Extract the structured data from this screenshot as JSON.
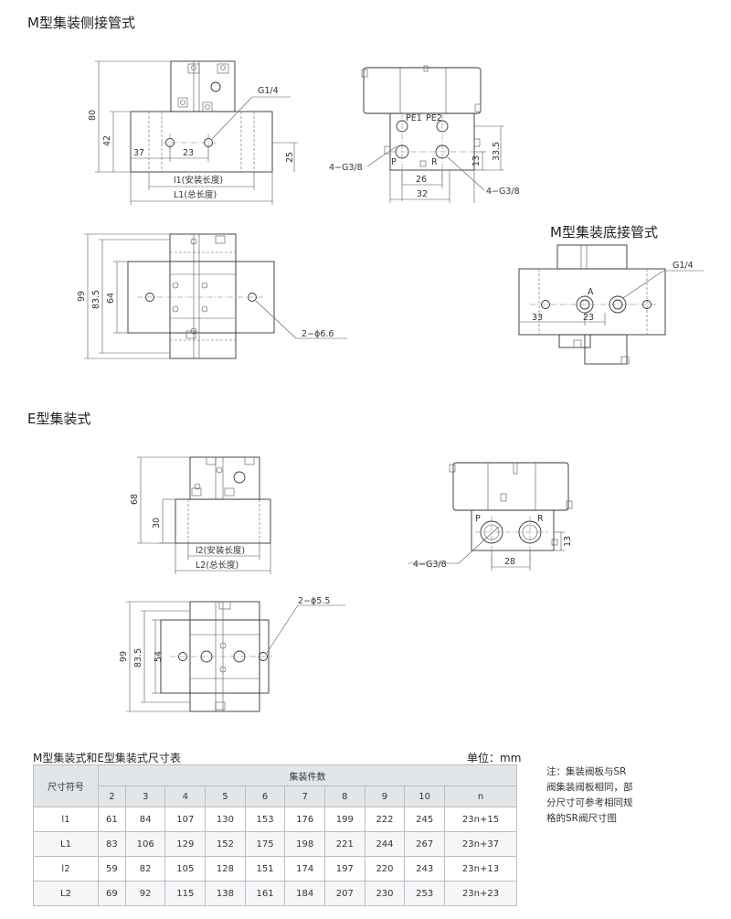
{
  "sections": {
    "m_side": "M型集装侧接管式",
    "m_bottom": "M型集装底接管式",
    "e_type": "E型集装式"
  },
  "m_side_front": {
    "d_80": "80",
    "d_42": "42",
    "d_37": "37",
    "d_23": "23",
    "d_25": "25",
    "port": "G1/4",
    "l1_install": "l1(安装长度)",
    "L1_total": "L1(总长度)"
  },
  "m_side_side": {
    "pe1": "PE1",
    "pe2": "PE2",
    "p": "P",
    "r": "R",
    "port_left": "4−G3/8",
    "port_right": "4−G3/8",
    "d_26": "26",
    "d_32": "32",
    "d_13": "13",
    "d_33_5": "33.5"
  },
  "m_side_top": {
    "d_99": "99",
    "d_83_5": "83.5",
    "d_64": "64",
    "hole": "2−ϕ6.6"
  },
  "m_bottom_front": {
    "port": "G1/4",
    "a": "A",
    "d_33": "33",
    "d_23": "23"
  },
  "e_front": {
    "d_68": "68",
    "d_30": "30",
    "l2_install": "l2(安装长度)",
    "L2_total": "L2(总长度)"
  },
  "e_side": {
    "p": "P",
    "r": "R",
    "port": "4−G3/8",
    "d_28": "28",
    "d_13": "13"
  },
  "e_top": {
    "hole": "2−ϕ5.5",
    "d_99": "99",
    "d_83_5": "83.5",
    "d_54": "54"
  },
  "table": {
    "title": "M型集装式和E型集装式尺寸表",
    "unit": "单位：mm",
    "header_symbol": "尺寸符号",
    "header_count": "集装件数",
    "columns": [
      "2",
      "3",
      "4",
      "5",
      "6",
      "7",
      "8",
      "9",
      "10",
      "n"
    ],
    "rows": [
      {
        "symbol": "l1",
        "values": [
          "61",
          "84",
          "107",
          "130",
          "153",
          "176",
          "199",
          "222",
          "245",
          "23n+15"
        ]
      },
      {
        "symbol": "L1",
        "values": [
          "83",
          "106",
          "129",
          "152",
          "175",
          "198",
          "221",
          "244",
          "267",
          "23n+37"
        ]
      },
      {
        "symbol": "l2",
        "values": [
          "59",
          "82",
          "105",
          "128",
          "151",
          "174",
          "197",
          "220",
          "243",
          "23n+13"
        ]
      },
      {
        "symbol": "L2",
        "values": [
          "69",
          "92",
          "115",
          "138",
          "161",
          "184",
          "207",
          "230",
          "253",
          "23n+23"
        ]
      }
    ]
  },
  "note": [
    "注：集装阀板与SR",
    "阀集装阀板相同，部",
    "分尺寸可参考相同规",
    "格的SR阀尺寸图"
  ]
}
